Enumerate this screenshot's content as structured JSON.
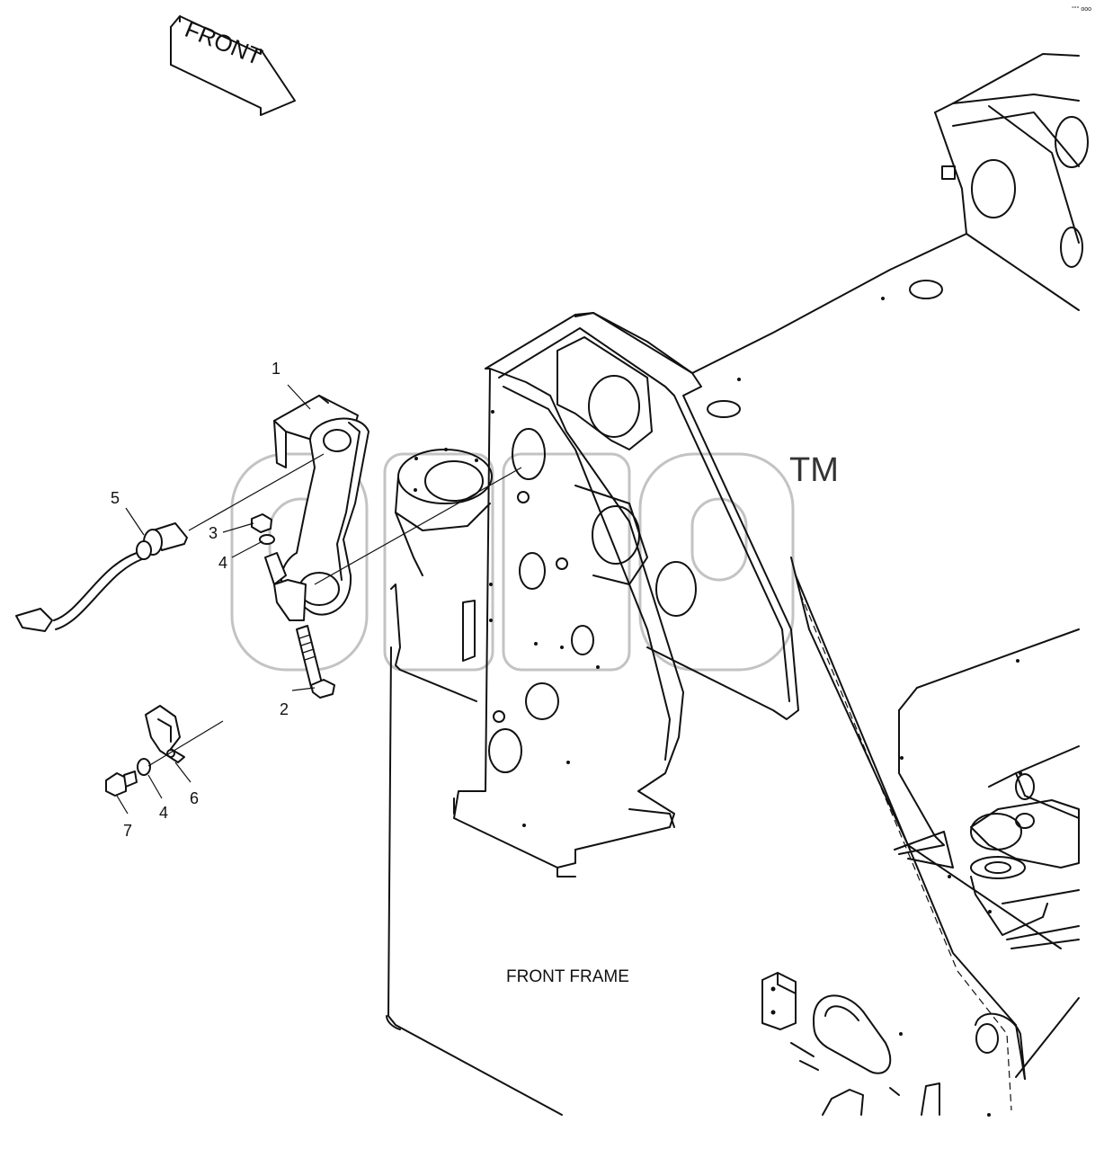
{
  "diagram": {
    "direction_label": "FRONT",
    "frame_label": "FRONT FRAME",
    "watermark": "TM",
    "page_code": "°°° ooo"
  },
  "callouts": [
    {
      "id": "c1",
      "text": "1"
    },
    {
      "id": "c2",
      "text": "2"
    },
    {
      "id": "c3",
      "text": "3"
    },
    {
      "id": "c4a",
      "text": "4"
    },
    {
      "id": "c5",
      "text": "5"
    },
    {
      "id": "c6",
      "text": "6"
    },
    {
      "id": "c4b",
      "text": "4"
    },
    {
      "id": "c7",
      "text": "7"
    }
  ],
  "colors": {
    "line": "#111111",
    "watermark": "#b8b8b8",
    "background": "#ffffff"
  }
}
